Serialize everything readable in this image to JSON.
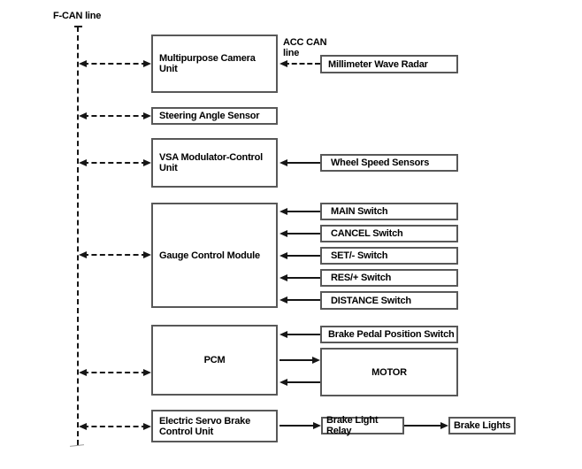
{
  "labels": {
    "fcan": "F-CAN line",
    "acc": "ACC CAN\nline"
  },
  "nodes": {
    "camera": "Multipurpose Camera\nUnit",
    "steering": "Steering Angle Sensor",
    "vsa": "VSA Modulator-Control\nUnit",
    "gauge": "Gauge Control Module",
    "pcm": "PCM",
    "servo": "Electric Servo Brake\nControl Unit",
    "radar": "Millimeter Wave Radar",
    "wheel": "Wheel Speed Sensors",
    "main_switch": "MAIN Switch",
    "cancel_switch": "CANCEL Switch",
    "set_switch": "SET/- Switch",
    "res_switch": "RES/+ Switch",
    "distance_switch": "DISTANCE Switch",
    "brake_pedal_switch": "Brake Pedal Position Switch",
    "motor": "MOTOR",
    "brake_light_relay": "Brake Light Relay",
    "brake_lights": "Brake Lights"
  },
  "colors": {
    "box_border": "#585858",
    "line": "#161616",
    "text": "#000000",
    "background": "#ffffff"
  },
  "edges": [
    {
      "from": "F-CAN line",
      "to": "Multipurpose Camera Unit",
      "style": "dashed",
      "direction": "both"
    },
    {
      "from": "F-CAN line",
      "to": "Steering Angle Sensor",
      "style": "dashed",
      "direction": "both"
    },
    {
      "from": "F-CAN line",
      "to": "VSA Modulator-Control Unit",
      "style": "dashed",
      "direction": "both"
    },
    {
      "from": "F-CAN line",
      "to": "Gauge Control Module",
      "style": "dashed",
      "direction": "both"
    },
    {
      "from": "F-CAN line",
      "to": "PCM",
      "style": "dashed",
      "direction": "both"
    },
    {
      "from": "F-CAN line",
      "to": "Electric Servo Brake Control Unit",
      "style": "dashed",
      "direction": "both"
    },
    {
      "from": "Millimeter Wave Radar",
      "to": "Multipurpose Camera Unit",
      "style": "dashed",
      "direction": "one-way",
      "label": "ACC CAN line"
    },
    {
      "from": "Wheel Speed Sensors",
      "to": "VSA Modulator-Control Unit",
      "style": "solid",
      "direction": "one-way"
    },
    {
      "from": "MAIN Switch",
      "to": "Gauge Control Module",
      "style": "solid",
      "direction": "one-way"
    },
    {
      "from": "CANCEL Switch",
      "to": "Gauge Control Module",
      "style": "solid",
      "direction": "one-way"
    },
    {
      "from": "SET/- Switch",
      "to": "Gauge Control Module",
      "style": "solid",
      "direction": "one-way"
    },
    {
      "from": "RES/+ Switch",
      "to": "Gauge Control Module",
      "style": "solid",
      "direction": "one-way"
    },
    {
      "from": "DISTANCE Switch",
      "to": "Gauge Control Module",
      "style": "solid",
      "direction": "one-way"
    },
    {
      "from": "Brake Pedal Position Switch",
      "to": "PCM",
      "style": "solid",
      "direction": "one-way"
    },
    {
      "from": "PCM",
      "to": "MOTOR",
      "style": "solid",
      "direction": "one-way"
    },
    {
      "from": "MOTOR",
      "to": "PCM",
      "style": "solid",
      "direction": "one-way"
    },
    {
      "from": "Electric Servo Brake Control Unit",
      "to": "Brake Light Relay",
      "style": "solid",
      "direction": "one-way"
    },
    {
      "from": "Brake Light Relay",
      "to": "Brake Lights",
      "style": "solid",
      "direction": "one-way"
    }
  ]
}
